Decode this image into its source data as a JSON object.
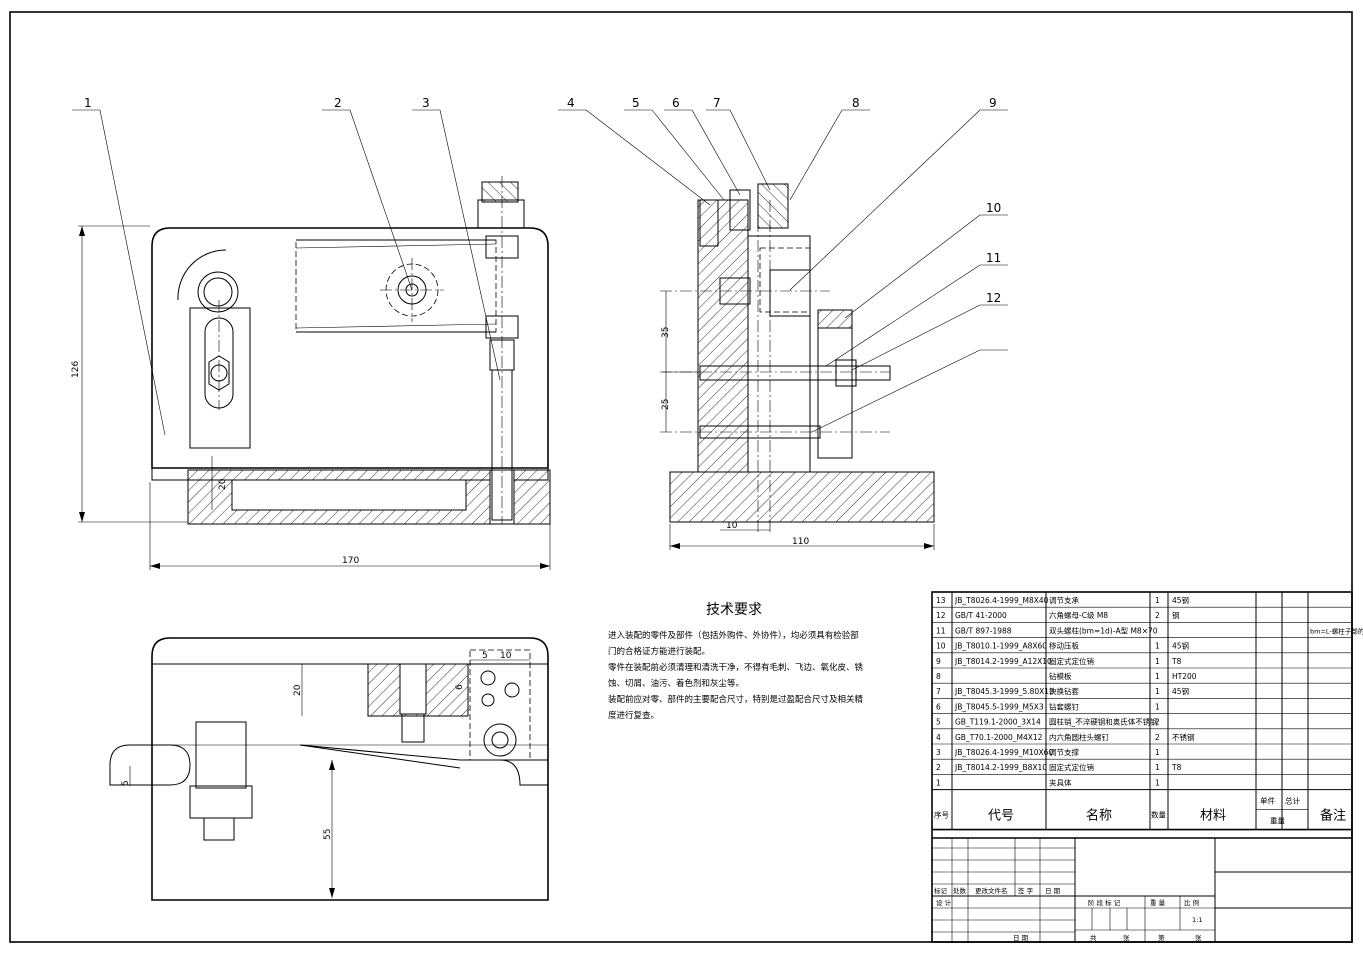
{
  "leaders": [
    "1",
    "2",
    "3",
    "4",
    "5",
    "6",
    "7",
    "8",
    "9",
    "10",
    "11",
    "12"
  ],
  "dimensions": {
    "front_height": "126",
    "front_width": "170",
    "front_small": "20",
    "side_35": "35",
    "side_25": "25",
    "side_10": "10",
    "side_110": "110",
    "top_20": "20",
    "top_5a": "5",
    "top_10": "10",
    "top_6": "6",
    "top_5b": "5",
    "top_55": "55"
  },
  "requirements": {
    "title": "技术要求",
    "lines": [
      "进入装配的零件及部件（包括外购件、外协件），均必须具有检验部",
      "门的合格证方能进行装配。",
      "零件在装配前必须清理和清洗干净，不得有毛刺、飞边、氧化皮、锈",
      "蚀、切屑、油污、着色剂和灰尘等。",
      "装配前应对零、部件的主要配合尺寸，特别是过盈配合尺寸及相关精",
      "度进行复查。"
    ]
  },
  "bom": {
    "rows": [
      {
        "no": "13",
        "code": "JB_T8026.4-1999_M8X40",
        "name": "调节支承",
        "qty": "1",
        "mat": "45钢",
        "note": ""
      },
      {
        "no": "12",
        "code": "GB/T 41-2000",
        "name": "六角螺母-C级 M8",
        "qty": "2",
        "mat": "钢",
        "note": ""
      },
      {
        "no": "11",
        "code": "GB/T 897-1988",
        "name": "双头螺柱(bm=1d)-A型 M8×70",
        "qty": "",
        "mat": "",
        "note": "bm=L-螺柱子部的钢"
      },
      {
        "no": "10",
        "code": "JB_T8010.1-1999_A8X60",
        "name": "移动压板",
        "qty": "1",
        "mat": "45钢",
        "note": ""
      },
      {
        "no": "9",
        "code": "JB_T8014.2-1999_A12X10",
        "name": "固定式定位销",
        "qty": "1",
        "mat": "T8",
        "note": ""
      },
      {
        "no": "8",
        "code": "",
        "name": "钻模板",
        "qty": "1",
        "mat": "HT200",
        "note": ""
      },
      {
        "no": "7",
        "code": "JB_T8045.3-1999_5.80X12",
        "name": "快换钻套",
        "qty": "1",
        "mat": "45钢",
        "note": ""
      },
      {
        "no": "6",
        "code": "JB_T8045.5-1999_M5X3",
        "name": "钻套螺钉",
        "qty": "1",
        "mat": "",
        "note": ""
      },
      {
        "no": "5",
        "code": "GB_T119.1-2000_3X14",
        "name": "圆柱销_不淬硬钢和奥氏体不锈钢",
        "qty": "2",
        "mat": "",
        "note": ""
      },
      {
        "no": "4",
        "code": "GB_T70.1-2000_M4X12",
        "name": "内六角圆柱头螺钉",
        "qty": "2",
        "mat": "不锈钢",
        "note": ""
      },
      {
        "no": "3",
        "code": "JB_T8026.4-1999_M10X60",
        "name": "调节支撑",
        "qty": "1",
        "mat": "",
        "note": ""
      },
      {
        "no": "2",
        "code": "JB_T8014.2-1999_B8X10",
        "name": "固定式定位销",
        "qty": "1",
        "mat": "T8",
        "note": ""
      },
      {
        "no": "1",
        "code": "",
        "name": "夹具体",
        "qty": "1",
        "mat": "",
        "note": ""
      }
    ],
    "header": {
      "no": "序号",
      "code": "代号",
      "name": "名称",
      "qty": "数量",
      "mat": "材料",
      "unit": "单件",
      "total": "总计",
      "weight": "重量",
      "note": "备注"
    }
  },
  "titleblock": {
    "mark": "标记",
    "count": "处数",
    "file": "更改文件名",
    "sign": "签 字",
    "date": "日 期",
    "design": "设 计",
    "stage": "阶 段 标 记",
    "weight": "重 量",
    "scale_label": "比 例",
    "scale": "1:1",
    "date2": "日 期",
    "total": "共",
    "sheet": "张",
    "no": "第",
    "sheet2": "张"
  }
}
